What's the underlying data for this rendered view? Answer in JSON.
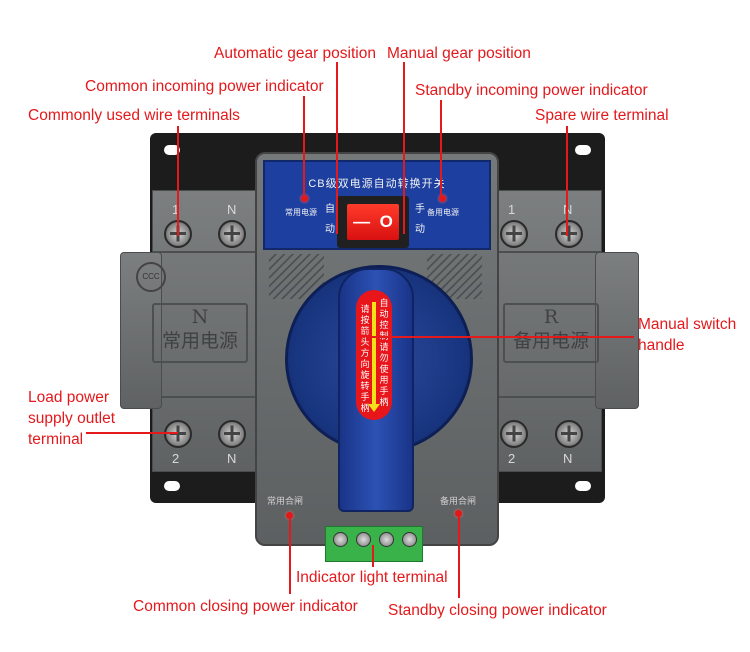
{
  "labels": {
    "automatic_gear_position": "Automatic gear position",
    "manual_gear_position": "Manual gear position",
    "common_incoming_power_indicator": "Common incoming power indicator",
    "standby_incoming_power_indicator": "Standby incoming power indicator",
    "commonly_used_wire_terminals": "Commonly used wire terminals",
    "spare_wire_terminal": "Spare wire terminal",
    "manual_switch_handle_1": "Manual switch",
    "manual_switch_handle_2": "handle",
    "load_power_1": "Load power",
    "load_power_2": "supply outlet",
    "load_power_3": "terminal",
    "indicator_light_terminal": "Indicator light terminal",
    "common_closing_power_indicator": "Common closing power indicator",
    "standby_closing_power_indicator": "Standby closing power indicator"
  },
  "device": {
    "panel_title": "CB级双电源自动转换开关",
    "common_power": "常用电源",
    "standby_power": "备用电源",
    "auto_1": "自",
    "auto_2": "动",
    "manual_1": "手",
    "manual_2": "动",
    "rocker_off": "—",
    "rocker_on": "O",
    "left_module_letter": "N",
    "left_module_text": "常用电源",
    "right_module_letter": "R",
    "right_module_text": "备用电源",
    "terminal_top_left": [
      "1",
      "N"
    ],
    "terminal_top_right": [
      "1",
      "N"
    ],
    "terminal_bottom_left": [
      "2",
      "N"
    ],
    "terminal_bottom_right": [
      "2",
      "N"
    ],
    "handle_text_right": "自动控制请勿使用手柄",
    "handle_text_left": "请按箭头方向旋转手柄",
    "common_closing": "常用合闸",
    "standby_closing": "备用合闸",
    "cert_mark": "CCC"
  },
  "colors": {
    "label": "#e3191c",
    "panel": "#1c3fa0",
    "housing": "#6a6e6f",
    "terminal_block": "#39b24a"
  }
}
